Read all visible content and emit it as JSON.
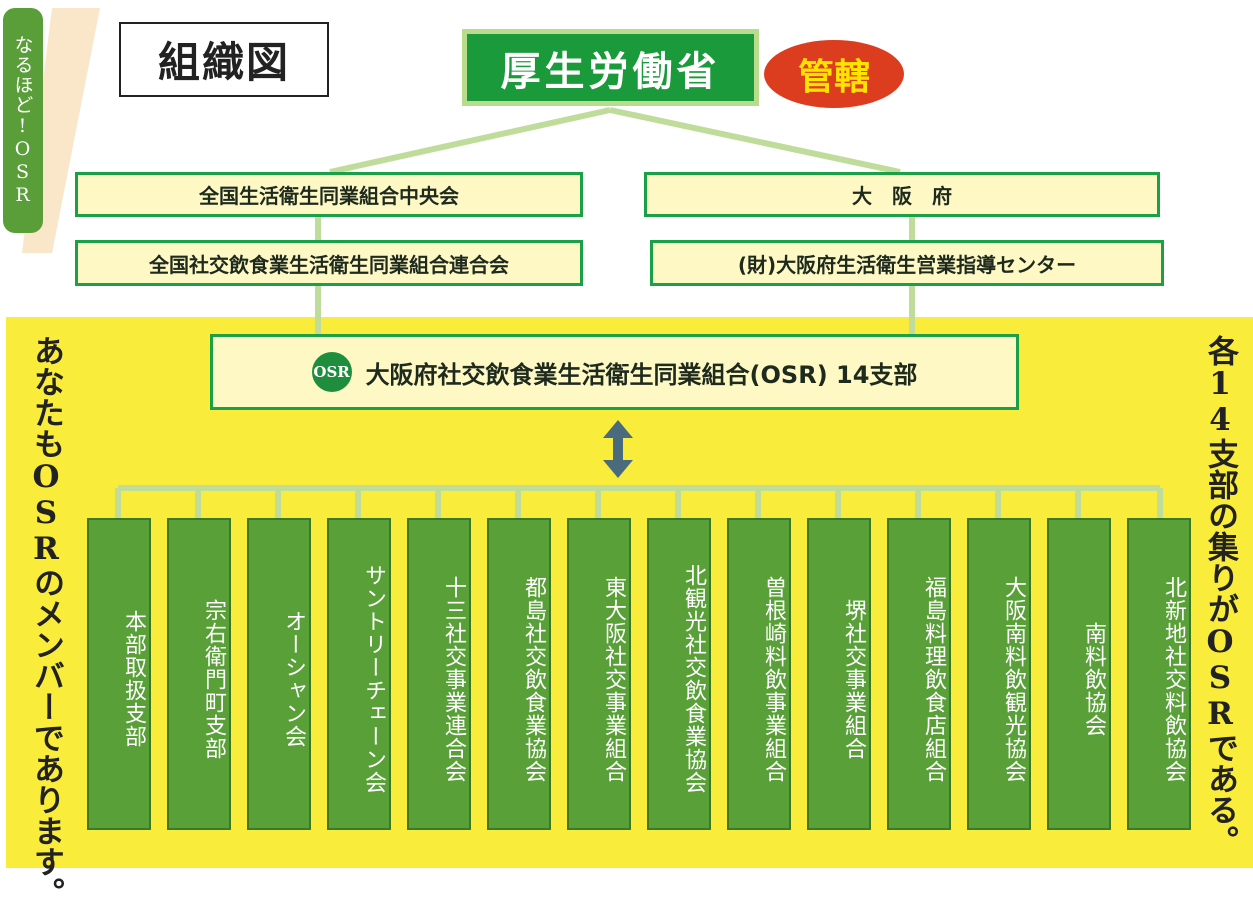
{
  "side_tab": "なるほど!OSR",
  "title": "組織図",
  "ministry": "厚生労働省",
  "kankatsu": "管轄",
  "left_column": {
    "top": "全国生活衛生同業組合中央会",
    "bottom": "全国社交飲食業生活衛生同業組合連合会"
  },
  "right_column": {
    "top": "大　阪　府",
    "bottom": "(財)大阪府生活衛生営業指導センター"
  },
  "osr": {
    "logo": "OSR",
    "label": "大阪府社交飲食業生活衛生同業組合(OSR) 14支部"
  },
  "left_message": "あなたもOSRのメンバーであります。",
  "right_message": "各14支部の集りがOSRである。",
  "branches": [
    "本部取扱支部",
    "宗右衛門町支部",
    "オーシャン会",
    "サントリーチェーン会",
    "十三社交事業連合会",
    "都島社交飲食業協会",
    "東大阪社交事業組合",
    "北観光社交飲食業協会",
    "曽根崎料飲事業組合",
    "堺社交事業組合",
    "福島料理飲食店組合",
    "大阪南料飲観光協会",
    "南料飲協会",
    "北新地社交料飲協会"
  ],
  "colors": {
    "ministry_green": "#1a9a3a",
    "kankatsu_red": "#dd3d1f",
    "kankatsu_text": "#ffe400",
    "background_yellow": "#f9ec3a",
    "branch_green": "#5aa038",
    "connector": "#c0dc9a",
    "arrow": "#4a6a7e"
  },
  "icons": [
    "double-arrow-icon",
    "osr-logo-icon"
  ]
}
